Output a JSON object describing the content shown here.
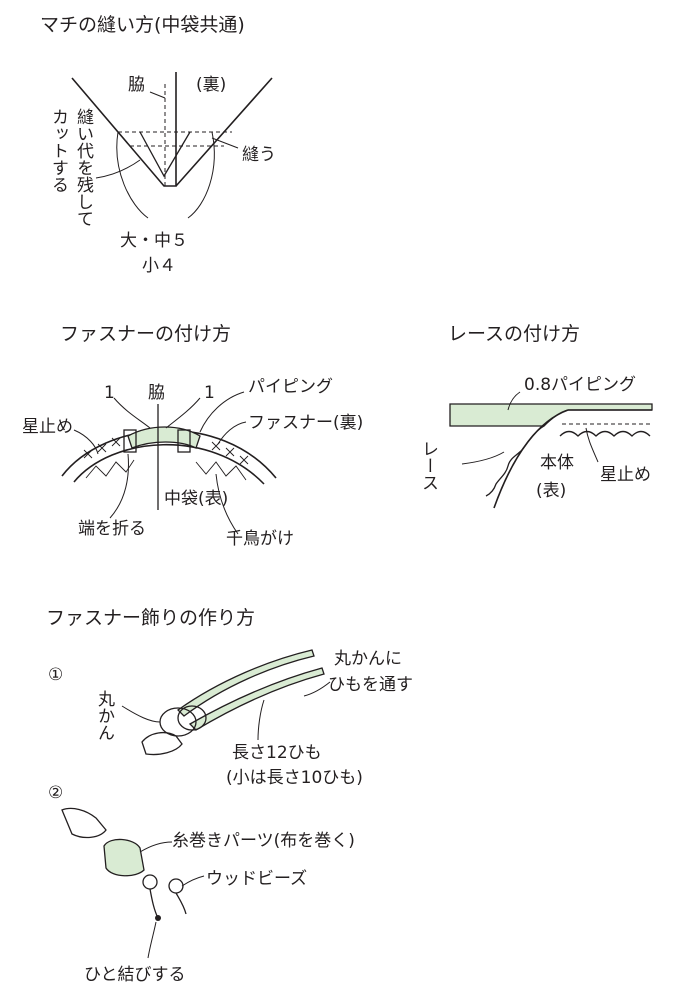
{
  "sections": {
    "gusset": {
      "title": "マチの縫い方(中袋共通)",
      "label_side": "脇",
      "label_back": "(裏)",
      "label_sew": "縫う",
      "label_cut_lines": [
        "縫い代を残して",
        "カットする"
      ],
      "label_size_1": "大・中５",
      "label_size_2": "小４"
    },
    "zipper": {
      "title": "ファスナーの付け方",
      "label_one_left": "1",
      "label_side": "脇",
      "label_one_right": "1",
      "label_piping": "パイピング",
      "label_zipper_back": "ファスナー(裏)",
      "label_star_stitch": "星止め",
      "label_fold_end": "端を折る",
      "label_lining_front": "中袋(表)",
      "label_herringbone": "千鳥がけ"
    },
    "lace": {
      "title": "レースの付け方",
      "label_piping": "0.8パイピング",
      "label_lace": "レース",
      "label_body_1": "本体",
      "label_body_2": "(表)",
      "label_star_stitch": "星止め"
    },
    "charm": {
      "title": "ファスナー飾りの作り方",
      "step1_marker": "①",
      "label_ring": "丸かん",
      "label_thread_1": "丸かんに",
      "label_thread_2": "ひもを通す",
      "label_cord_1": "長さ12ひも",
      "label_cord_2": "(小は長さ10ひも)",
      "step2_marker": "②",
      "label_spool": "糸巻きパーツ(布を巻く)",
      "label_beads": "ウッドビーズ",
      "label_knot": "ひと結びする"
    }
  },
  "colors": {
    "line": "#231f20",
    "fill_green": "#d9ebd3",
    "background": "#ffffff"
  }
}
